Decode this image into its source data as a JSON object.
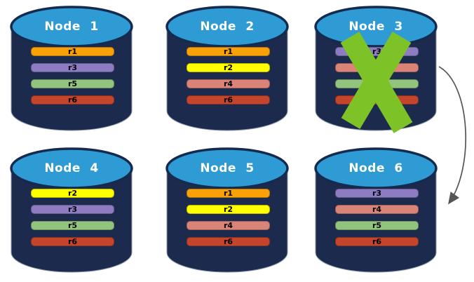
{
  "css_vars": {
    "bg": "#ffffff",
    "cylinder-body": "#1B2A4D",
    "cylinder-outline": "#8C9BAA",
    "lid-fill": "#2F9BD4",
    "lid-stroke": "#142A4E",
    "title-color": "#ffffff",
    "bar-text": "#000000",
    "bar-border": "rgba(0,0,0,0.28)",
    "x-color": "#7DC226",
    "arrow-color": "#555555"
  },
  "diagram": {
    "description_type": "database-replication-cluster",
    "failed_node": "Node 3",
    "arrow": {
      "from": "Node 3",
      "to": "Node 6"
    }
  },
  "replica_colors": {
    "r1": "#F9A109",
    "r2": "#FFFF00",
    "r3": "#8E7CC3",
    "r4": "#D98476",
    "r5": "#93C47D",
    "r6": "#C4452B"
  },
  "nodes": [
    {
      "label": "Node 1",
      "failed": false,
      "replicas": [
        {
          "id": "r1",
          "label": "r1",
          "color": "#F9A109"
        },
        {
          "id": "r3",
          "label": "r3",
          "color": "#8E7CC3"
        },
        {
          "id": "r5",
          "label": "r5",
          "color": "#93C47D"
        },
        {
          "id": "r6",
          "label": "r6",
          "color": "#C4452B"
        }
      ]
    },
    {
      "label": "Node 2",
      "failed": false,
      "replicas": [
        {
          "id": "r1",
          "label": "r1",
          "color": "#F9A109"
        },
        {
          "id": "r2",
          "label": "r2",
          "color": "#FFFF00"
        },
        {
          "id": "r4",
          "label": "r4",
          "color": "#D98476"
        },
        {
          "id": "r6",
          "label": "r6",
          "color": "#C4452B"
        }
      ]
    },
    {
      "label": "Node 3",
      "failed": true,
      "replicas": [
        {
          "id": "r3",
          "label": "r3",
          "color": "#8E7CC3"
        },
        {
          "id": "r4",
          "label": "",
          "label_visible": false,
          "color": "#D98476"
        },
        {
          "id": "r5",
          "label": "",
          "label_visible": false,
          "color": "#93C47D"
        },
        {
          "id": "r6",
          "label": "",
          "label_visible": false,
          "color": "#C4452B"
        }
      ]
    },
    {
      "label": "Node 4",
      "failed": false,
      "replicas": [
        {
          "id": "r2",
          "label": "r2",
          "color": "#FFFF00"
        },
        {
          "id": "r3",
          "label": "r3",
          "color": "#8E7CC3"
        },
        {
          "id": "r5",
          "label": "r5",
          "color": "#93C47D"
        },
        {
          "id": "r6",
          "label": "r6",
          "color": "#C4452B"
        }
      ]
    },
    {
      "label": "Node 5",
      "failed": false,
      "replicas": [
        {
          "id": "r1",
          "label": "r1",
          "color": "#F9A109"
        },
        {
          "id": "r2",
          "label": "r2",
          "color": "#FFFF00"
        },
        {
          "id": "r4",
          "label": "r4",
          "color": "#D98476"
        },
        {
          "id": "r6",
          "label": "r6",
          "color": "#C4452B"
        }
      ]
    },
    {
      "label": "Node 6",
      "failed": false,
      "replicas": [
        {
          "id": "r3",
          "label": "r3",
          "color": "#8E7CC3"
        },
        {
          "id": "r4",
          "label": "r4",
          "color": "#D98476"
        },
        {
          "id": "r5",
          "label": "r5",
          "color": "#93C47D"
        },
        {
          "id": "r6",
          "label": "r6",
          "color": "#C4452B"
        }
      ]
    }
  ]
}
